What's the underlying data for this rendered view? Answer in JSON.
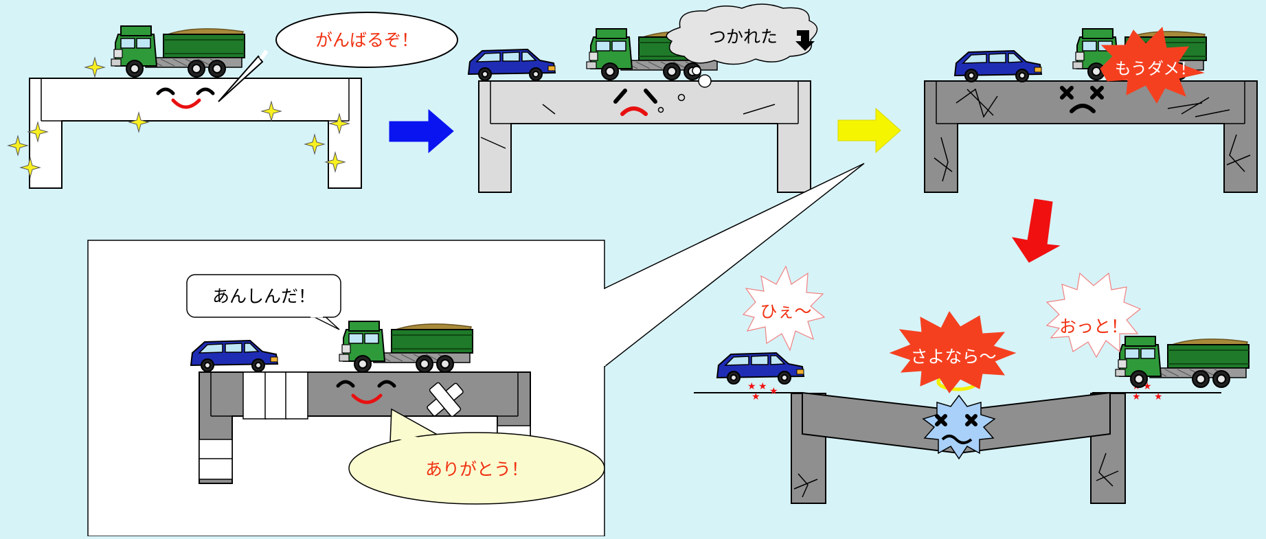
{
  "colors": {
    "background": "#d6f3f8",
    "bridge_new": "#ffffff",
    "bridge_tired": "#dcdcdc",
    "bridge_damaged": "#8f8f8f",
    "truck_body": "#1f7a2a",
    "truck_cab": "#2f9a3a",
    "car_body": "#1f2db5",
    "arrow_blue": "#0a14f0",
    "arrow_yellow": "#f5f500",
    "arrow_red": "#f01010",
    "speech_text": "#f03010",
    "burst_red": "#f54020",
    "dead_face": "#a8d0f8",
    "halo": "#f3f000",
    "repair_bubble": "#fbfbd0"
  },
  "panels": {
    "new": {
      "speech": "がんばるぞ！"
    },
    "tired": {
      "thought": "つかれた"
    },
    "broken": {
      "burst": "もうダメ！"
    },
    "collapsed": {
      "left_shout": "ひぇ～",
      "center_burst": "さよなら～",
      "right_shout": "おっと！"
    },
    "repaired": {
      "truck_speech": "あんしんだ！",
      "bridge_speech": "ありがとう！"
    }
  },
  "arrows": [
    "blue-right",
    "yellow-right",
    "red-down"
  ]
}
